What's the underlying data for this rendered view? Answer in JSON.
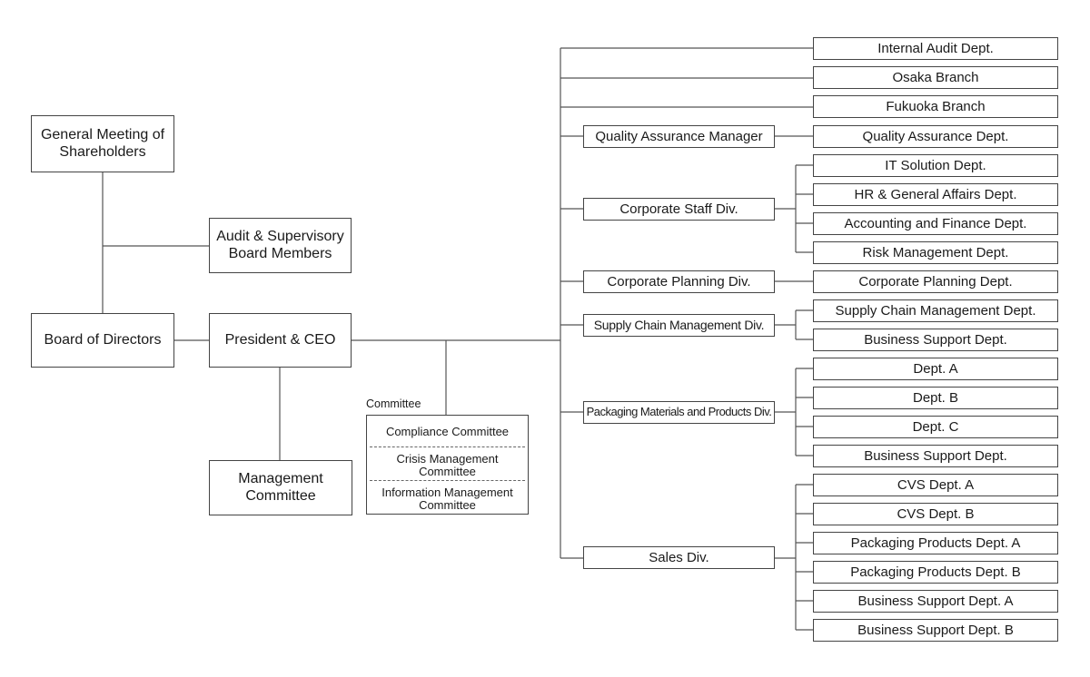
{
  "top": {
    "shareholders": "General Meeting of Shareholders",
    "audit": "Audit & Supervisory Board Members",
    "board": "Board of Directors",
    "president": "President & CEO",
    "management": "Management Committee"
  },
  "committee": {
    "label": "Committee",
    "items": [
      "Compliance Committee",
      "Crisis Management Committee",
      "Information Management Committee"
    ]
  },
  "divisions": {
    "quality": "Quality Assurance Manager",
    "staff": "Corporate Staff Div.",
    "planning": "Corporate Planning Div.",
    "scm": "Supply Chain Management Div.",
    "packaging": "Packaging Materials and Products Div.",
    "sales": "Sales Div."
  },
  "departments": [
    "Internal Audit Dept.",
    "Osaka Branch",
    "Fukuoka Branch",
    "Quality Assurance Dept.",
    "IT Solution Dept.",
    "HR & General Affairs Dept.",
    "Accounting and Finance Dept.",
    "Risk Management Dept.",
    "Corporate Planning Dept.",
    "Supply Chain Management Dept.",
    "Business Support Dept.",
    "Dept. A",
    "Dept. B",
    "Dept. C",
    "Business Support Dept.",
    "CVS Dept. A",
    "CVS Dept. B",
    "Packaging Products Dept. A",
    "Packaging Products Dept. B",
    "Business Support Dept. A",
    "Business Support Dept. B"
  ]
}
